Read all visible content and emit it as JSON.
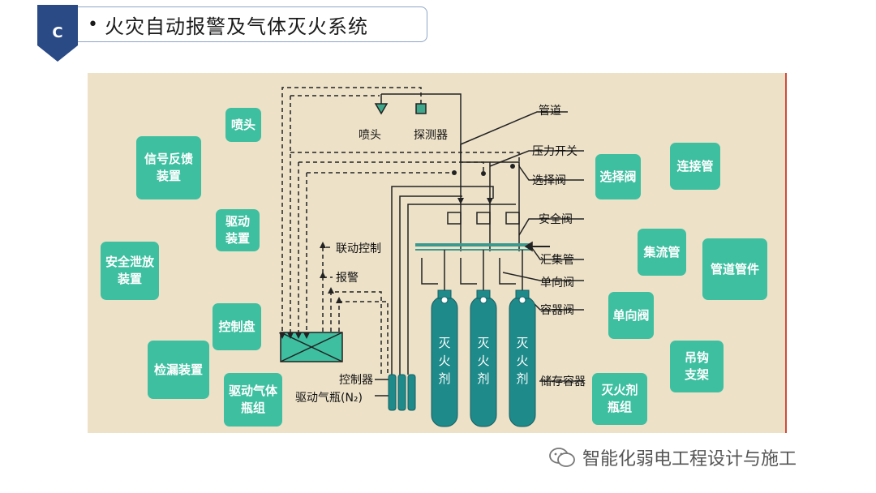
{
  "header": {
    "badge_letter": "C",
    "bullet": "•",
    "title": "火灾自动报警及气体灭火系统"
  },
  "colors": {
    "accent": "#2a4a86",
    "box": "#3dbfa0",
    "panel": "#ede1c8",
    "cylinder": "#1e8a8a"
  },
  "left_boxes": {
    "pentou": "喷头",
    "xinhao": [
      "信号反馈",
      "装置"
    ],
    "qudong": [
      "驱动",
      "装置"
    ],
    "anquan": [
      "安全泄放",
      "装置"
    ],
    "kongzhipan": "控制盘",
    "jianlou": "检漏装置",
    "qudongqiti": [
      "驱动气体",
      "瓶组"
    ]
  },
  "right_boxes": {
    "xuanze": "选择阀",
    "lianjie": "连接管",
    "jiliu": "集流管",
    "guandao_gj": "管道管件",
    "danxiang": "单向阀",
    "diaogou": [
      "吊钩",
      "支架"
    ],
    "miehuoji": [
      "灭火剂",
      "瓶组"
    ]
  },
  "labels": {
    "pentou": "喷头",
    "tanceqi": "探测器",
    "guandao": "管道",
    "yali": "压力开关",
    "xuanzefa": "选择阀",
    "anquanfa": "安全阀",
    "huiji": "汇集管",
    "danxiangfa": "单向阀",
    "rongqifa": "容器阀",
    "chucun": "储存容器",
    "liandong": "联动控制",
    "baojing": "报警",
    "kongzhiqi": "控制器",
    "qudongping": "驱动气瓶(N₂)",
    "cylinder_text": [
      "灭",
      "火",
      "剂"
    ]
  },
  "watermark": "智能化弱电工程设计与施工"
}
